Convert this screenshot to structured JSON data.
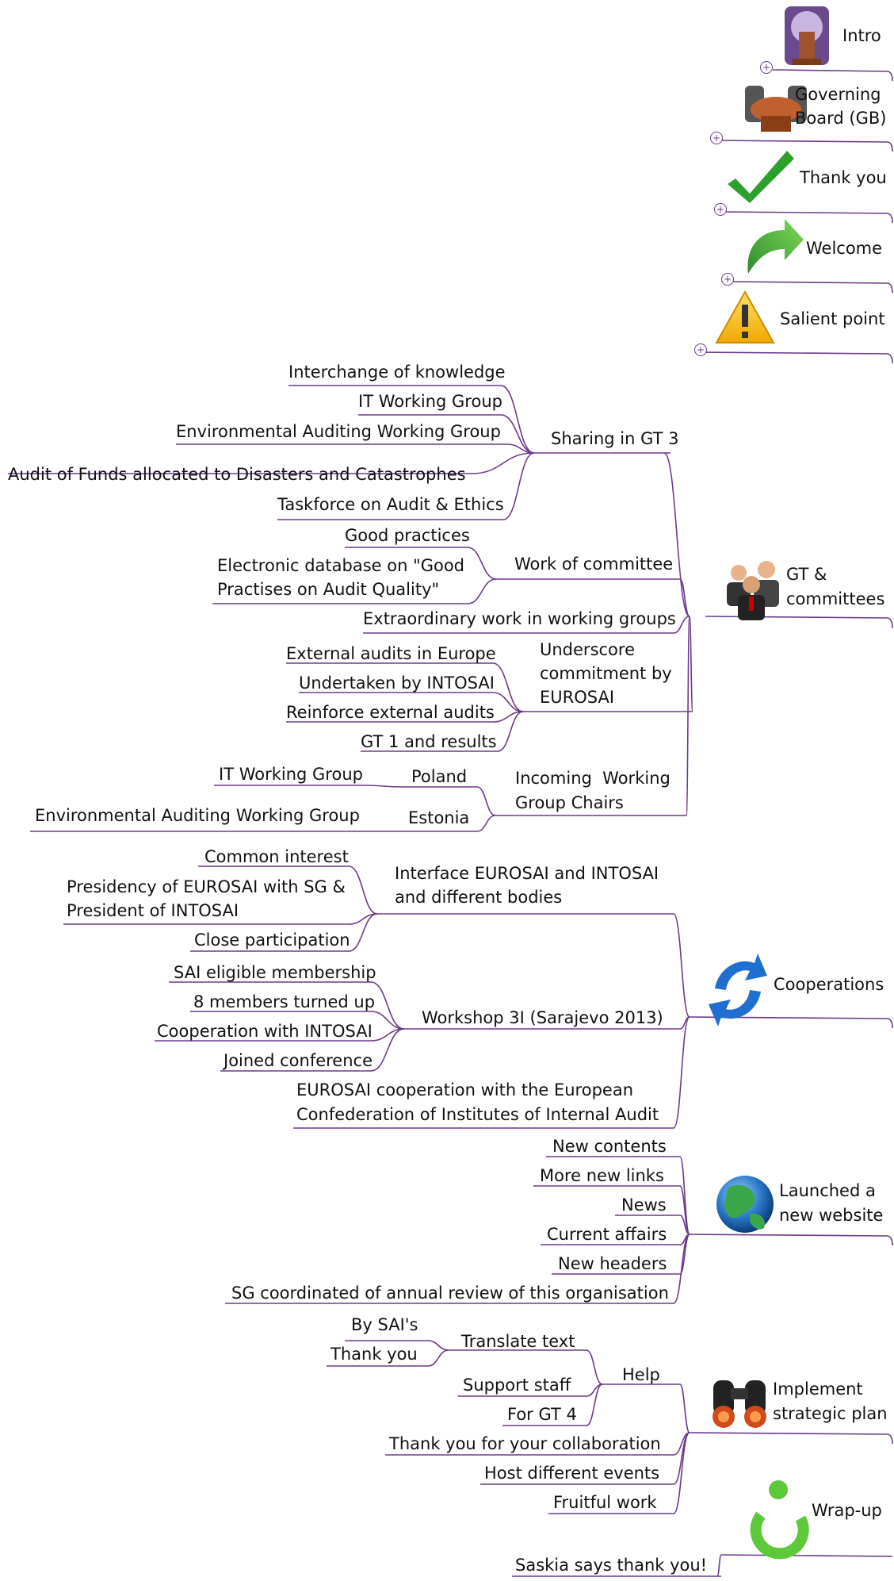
{
  "topics": [
    {
      "id": "intro",
      "label": "Intro",
      "icon": "podium-icon"
    },
    {
      "id": "gb",
      "label": "Governing\nBoard (GB)",
      "icon": "boardroom-chairs-icon"
    },
    {
      "id": "thanks",
      "label": "Thank you",
      "icon": "checkmark-icon"
    },
    {
      "id": "welcome",
      "label": "Welcome",
      "icon": "green-arrow-icon"
    },
    {
      "id": "salient",
      "label": "Salient point",
      "icon": "warning-icon"
    },
    {
      "id": "gt",
      "label": "GT &\ncommittees",
      "icon": "people-group-icon"
    },
    {
      "id": "coop",
      "label": "Cooperations",
      "icon": "refresh-arrows-icon"
    },
    {
      "id": "web",
      "label": "Launched a\nnew website",
      "icon": "globe-icon"
    },
    {
      "id": "plan",
      "label": "Implement\nstrategic plan",
      "icon": "binoculars-icon"
    },
    {
      "id": "wrap",
      "label": "Wrap-up",
      "icon": "circular-arrow-icon"
    }
  ],
  "nodes": {
    "sharing": "Sharing in GT 3",
    "s1": "Interchange of knowledge",
    "s2": "IT Working Group",
    "s3": "Environmental Auditing Working Group",
    "s4": "Audit of Funds allocated to Disasters and Catastrophes",
    "s5": "Taskforce on Audit & Ethics",
    "work": "Work of committee",
    "w1": "Good practices",
    "w2": "Electronic database on \"Good\nPractises on Audit Quality\"",
    "extra": "Extraordinary work in working groups",
    "under": "Underscore\ncommitment by\nEUROSAI",
    "u1": "External audits in Europe",
    "u2": "Undertaken by INTOSAI",
    "u3": "Reinforce external audits",
    "u4": "GT 1 and results",
    "incoming": "Incoming  Working\nGroup Chairs",
    "poland": "Poland",
    "p1": "IT Working Group",
    "estonia": "Estonia",
    "e1": "Environmental Auditing Working Group",
    "iface": "Interface EUROSAI and INTOSAI\nand different bodies",
    "i1": "Common interest",
    "i2": "Presidency of EUROSAI with SG &\nPresident of INTOSAI",
    "i3": "Close participation",
    "ws": "Workshop 3I (Sarajevo 2013)",
    "ws1": "SAI eligible membership",
    "ws2": "8 members turned up",
    "ws3": "Cooperation with INTOSAI",
    "ws4": "Joined conference",
    "ecc": "EUROSAI cooperation with the European\nConfederation of Institutes of Internal Audit",
    "n1": "New contents",
    "n2": "More new links",
    "n3": "News",
    "n4": "Current affairs",
    "n5": "New headers",
    "n6": "SG coordinated of annual review of this organisation",
    "help": "Help",
    "tt": "Translate text",
    "tt1": "By SAI's",
    "tt2": "Thank you",
    "ss": "Support staff",
    "gt4": "For GT 4",
    "h1": "Thank you for your collaboration",
    "h2": "Host different events",
    "h3": "Fruitful work",
    "sk": "Saskia says thank you!"
  },
  "colors": {
    "line": "#6b3a8a",
    "text": "#111111"
  }
}
